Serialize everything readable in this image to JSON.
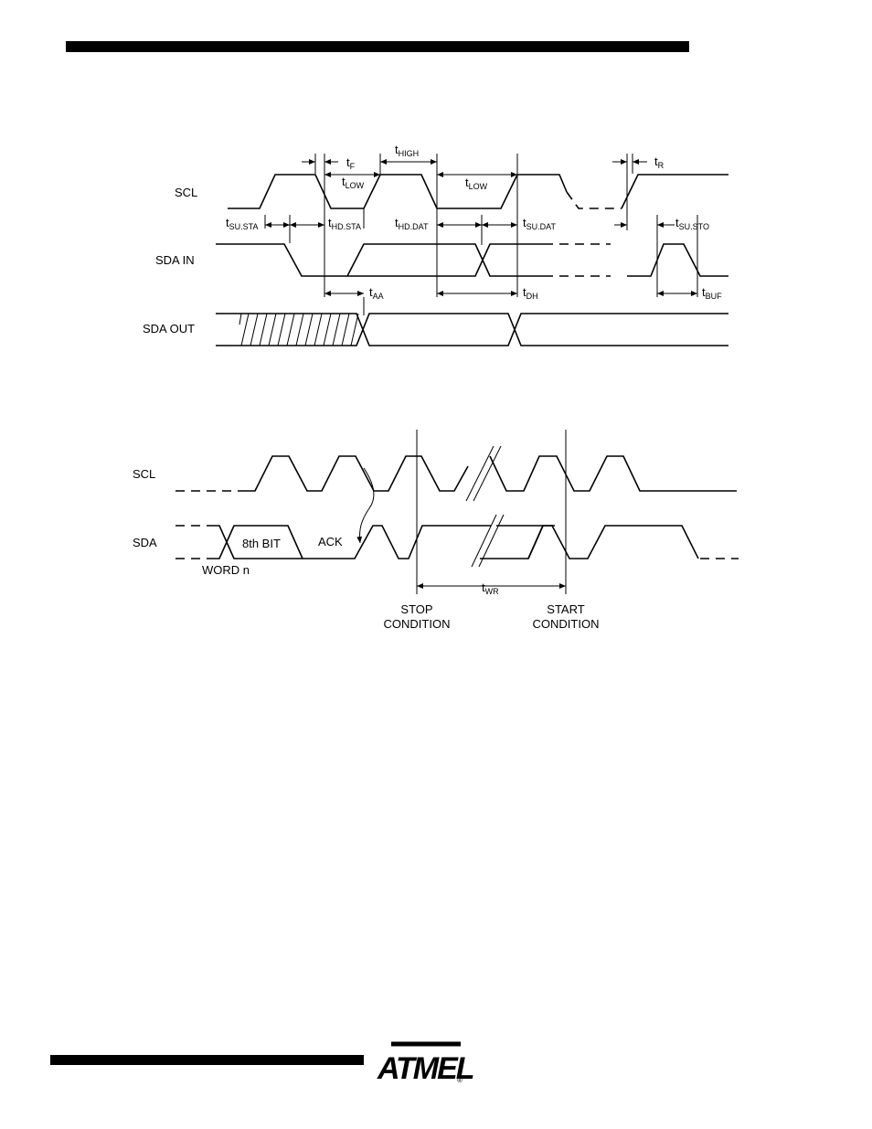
{
  "header_bar": "solid",
  "diagram1": {
    "signals": [
      "SCL",
      "SDA IN",
      "SDA OUT"
    ],
    "timings": {
      "t_f": {
        "t": "t",
        "sub": "F"
      },
      "t_high": {
        "t": "t",
        "sub": "HIGH"
      },
      "t_low1": {
        "t": "t",
        "sub": "LOW"
      },
      "t_low2": {
        "t": "t",
        "sub": "LOW"
      },
      "t_r": {
        "t": "t",
        "sub": "R"
      },
      "t_su_sta": {
        "t": "t",
        "sub": "SU.STA"
      },
      "t_hd_sta": {
        "t": "t",
        "sub": "HD.STA"
      },
      "t_hd_dat": {
        "t": "t",
        "sub": "HD.DAT"
      },
      "t_su_dat": {
        "t": "t",
        "sub": "SU.DAT"
      },
      "t_su_sto": {
        "t": "t",
        "sub": "SU.STO"
      },
      "t_aa": {
        "t": "t",
        "sub": "AA"
      },
      "t_dh": {
        "t": "t",
        "sub": "DH"
      },
      "t_buf": {
        "t": "t",
        "sub": "BUF"
      }
    }
  },
  "diagram2": {
    "signals": [
      "SCL",
      "SDA"
    ],
    "labels": {
      "eighth_bit": "8th BIT",
      "ack": "ACK",
      "word_n": "WORD n",
      "t_wr": {
        "t": "t",
        "sub": "WR"
      },
      "stop_1": "STOP",
      "stop_2": "CONDITION",
      "start_1": "START",
      "start_2": "CONDITION"
    }
  },
  "logo": {
    "text": "ATMEL",
    "mark": "®"
  }
}
